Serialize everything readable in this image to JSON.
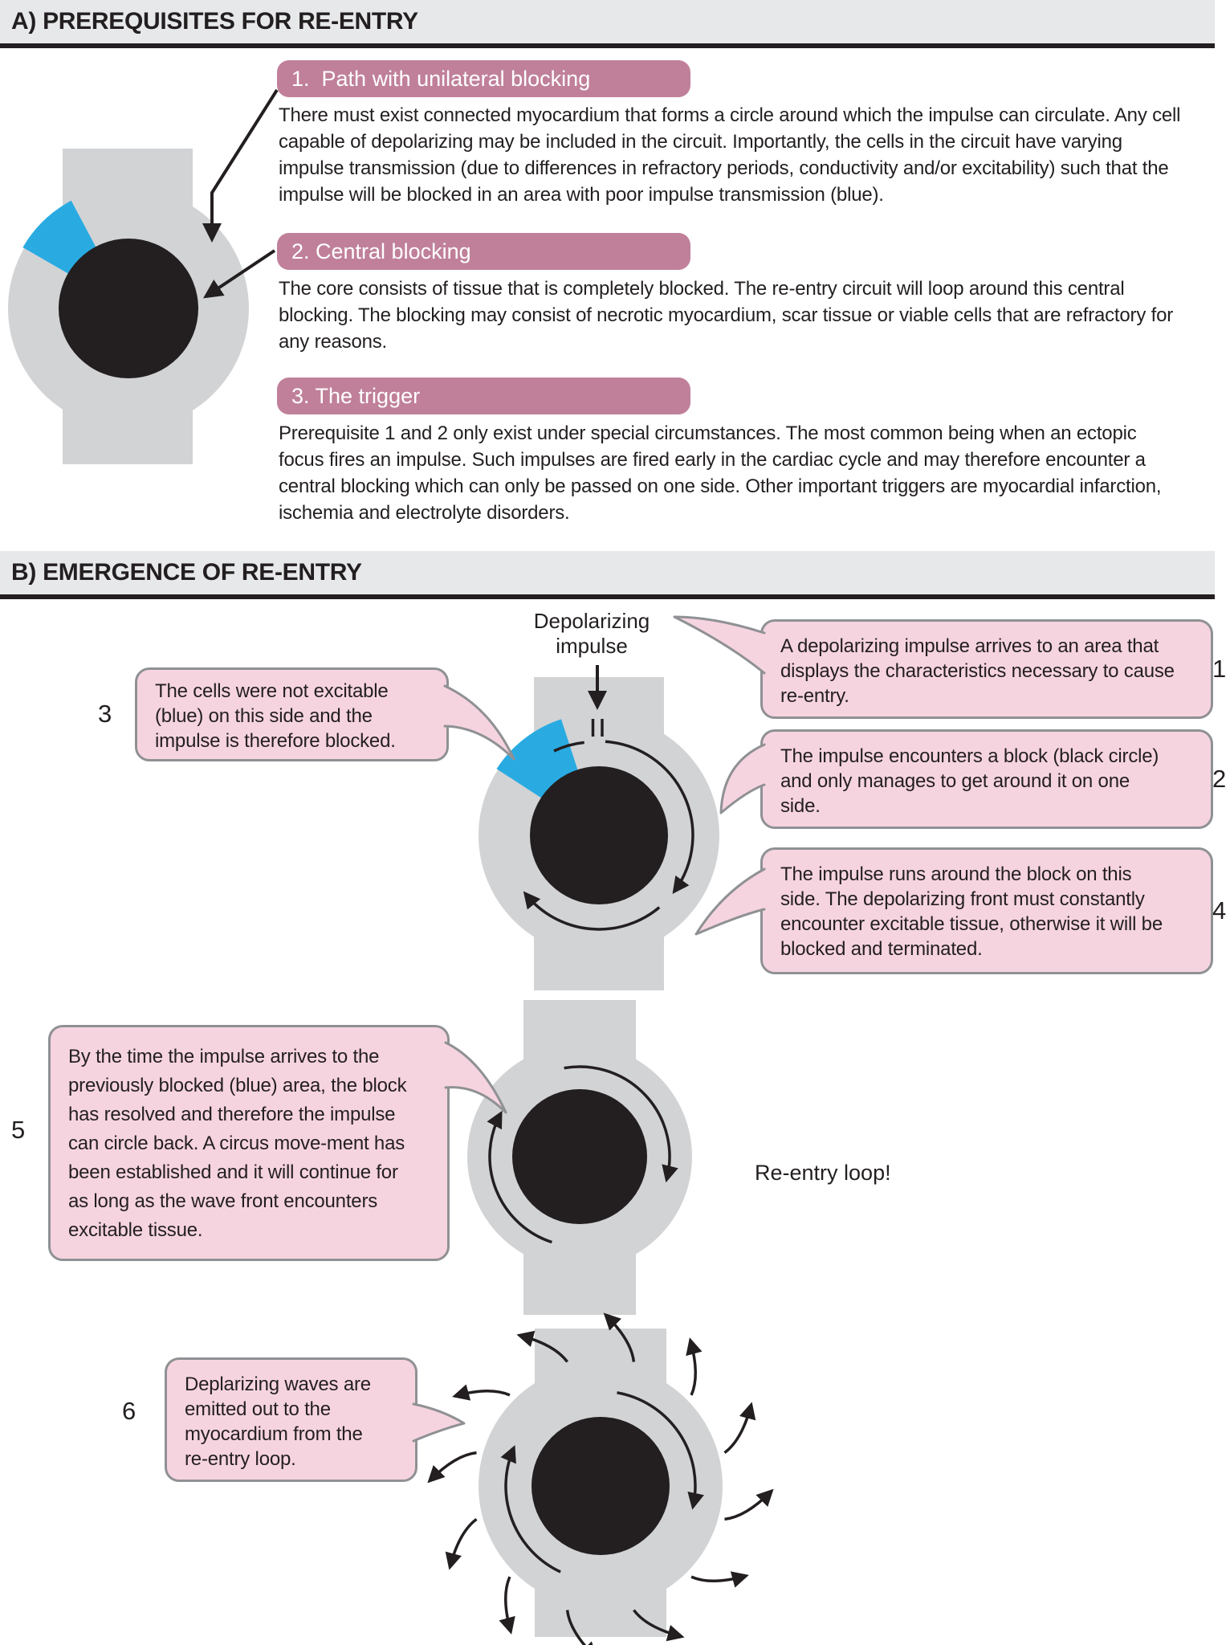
{
  "section_a": {
    "header": "A) PREREQUISITES FOR RE-ENTRY",
    "items": [
      {
        "title": "1.  Path with unilateral blocking",
        "body": "There must exist connected myocardium that forms a circle around which the impulse can circulate. Any cell capable of depolarizing may be included in the circuit. Importantly, the cells in the circuit have varying impulse transmission (due to differences in refractory periods, conductivity and/or excitability) such that the impulse will be blocked in an area with poor impulse transmission (blue)."
      },
      {
        "title": "2. Central blocking",
        "body": "The core consists of tissue that is completely blocked. The re-entry circuit will loop around this central blocking. The blocking may consist of necrotic myocardium, scar tissue or viable cells that are refractory for any reasons."
      },
      {
        "title": "3. The trigger",
        "body": "Prerequisite 1 and 2 only exist under special circumstances. The most common being when an ectopic focus fires an impulse. Such impulses are fired early in the cardiac cycle and may therefore encounter a central blocking which can only be passed on one side. Other important triggers are myocardial infarction, ischemia and electrolyte disorders."
      }
    ]
  },
  "section_b": {
    "header": "B) EMERGENCE OF RE-ENTRY",
    "impulse_label_line1": "Depolarizing",
    "impulse_label_line2": "impulse",
    "reentry_label": "Re-entry loop!",
    "callouts": [
      {
        "n": "1",
        "text": "A depolarizing impulse arrives to an area that displays the characteristics necessary to cause re-entry."
      },
      {
        "n": "2",
        "text": "The impulse encounters a block (black circle) and only manages to get around it on one side."
      },
      {
        "n": "3",
        "text": "The cells were not excitable (blue) on this side and the impulse is therefore blocked."
      },
      {
        "n": "4",
        "text": "The impulse runs around the block on this side. The depolarizing front must constantly encounter excitable tissue, otherwise it will be blocked and terminated."
      },
      {
        "n": "5",
        "text": "By the time the impulse arrives to the previously blocked (blue) area, the block has resolved and therefore the impulse can circle back. A circus move-ment has been established and it will continue for as long as the wave front encounters excitable tissue."
      },
      {
        "n": "6",
        "text": "Deplarizing waves are emitted out to the myocardium from the re-entry loop."
      }
    ]
  },
  "colors": {
    "band_gray": "#e7e8ea",
    "tissue_gray": "#d2d3d5",
    "block_black": "#231f20",
    "blocked_blue": "#29abe2",
    "header_mauve": "#c0809a",
    "bubble_pink": "#f6d4df",
    "bubble_border": "#8f9194"
  }
}
